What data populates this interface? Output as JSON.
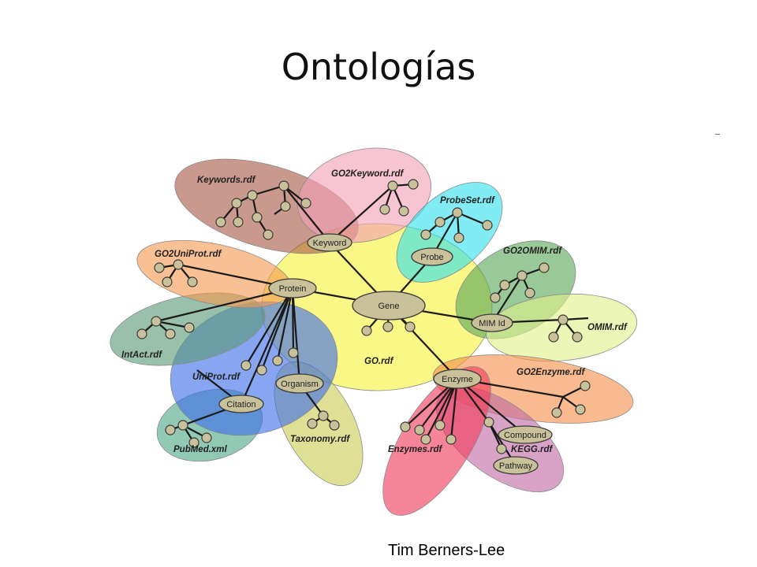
{
  "slide": {
    "title": "Ontologías",
    "caption": "Tim Berners-Lee"
  },
  "diagram": {
    "files": [
      {
        "id": "keywords",
        "label": "Keywords.rdf",
        "color": "#a95a48"
      },
      {
        "id": "go2keyword",
        "label": "GO2Keyword.rdf",
        "color": "#f2a0b4"
      },
      {
        "id": "probeset",
        "label": "ProbeSet.rdf",
        "color": "#33e0ee"
      },
      {
        "id": "go2omim",
        "label": "GO2OMIM.rdf",
        "color": "#5aa85a"
      },
      {
        "id": "omim",
        "label": "OMIM.rdf",
        "color": "#dff08a"
      },
      {
        "id": "go2enzyme",
        "label": "GO2Enzyme.rdf",
        "color": "#f5904a"
      },
      {
        "id": "kegg",
        "label": "KEGG.rdf",
        "color": "#c06aa5"
      },
      {
        "id": "enzymes",
        "label": "Enzymes.rdf",
        "color": "#f23a5a"
      },
      {
        "id": "taxonomy",
        "label": "Taxonomy.rdf",
        "color": "#cccc55"
      },
      {
        "id": "pubmed",
        "label": "PubMed.xml",
        "color": "#4ea888"
      },
      {
        "id": "uniprot",
        "label": "UniProt.rdf",
        "color": "#3d6ee8"
      },
      {
        "id": "intact",
        "label": "IntAct.rdf",
        "color": "#5a9a78"
      },
      {
        "id": "go2uniprot",
        "label": "GO2UniProt.rdf",
        "color": "#f59a50"
      },
      {
        "id": "go",
        "label": "GO.rdf",
        "color": "#f5f23a"
      }
    ],
    "concepts": [
      {
        "id": "gene",
        "label": "Gene"
      },
      {
        "id": "keyword",
        "label": "Keyword"
      },
      {
        "id": "probe",
        "label": "Probe"
      },
      {
        "id": "protein",
        "label": "Protein"
      },
      {
        "id": "mimid",
        "label": "MIM Id"
      },
      {
        "id": "enzyme",
        "label": "Enzyme"
      },
      {
        "id": "organism",
        "label": "Organism"
      },
      {
        "id": "citation",
        "label": "Citation"
      },
      {
        "id": "compound",
        "label": "Compound"
      },
      {
        "id": "pathway",
        "label": "Pathway"
      }
    ],
    "colors": {
      "node_fill": "#c8c19a",
      "node_stroke": "#3a3a3a",
      "edge": "#1a1a1a"
    }
  }
}
